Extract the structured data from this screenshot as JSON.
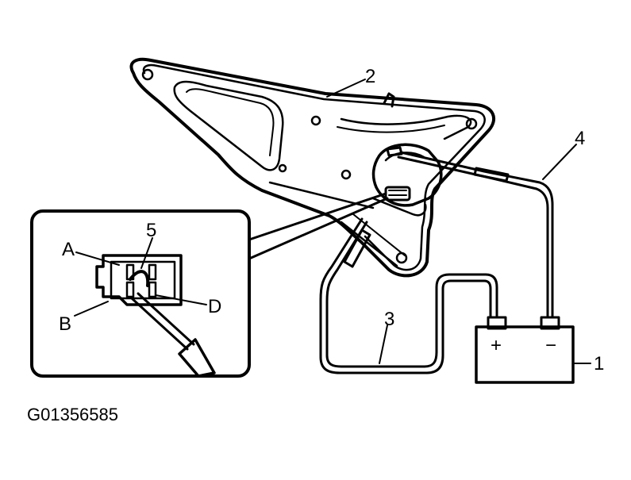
{
  "callouts": {
    "c1": "1",
    "c2": "2",
    "c3": "3",
    "c4": "4",
    "c5": "5",
    "cA": "A",
    "cB": "B",
    "cD": "D"
  },
  "battery": {
    "plus": "+",
    "minus": "−"
  },
  "figure_code": "G01356585",
  "colors": {
    "ink": "#000000",
    "background": "#ffffff"
  }
}
